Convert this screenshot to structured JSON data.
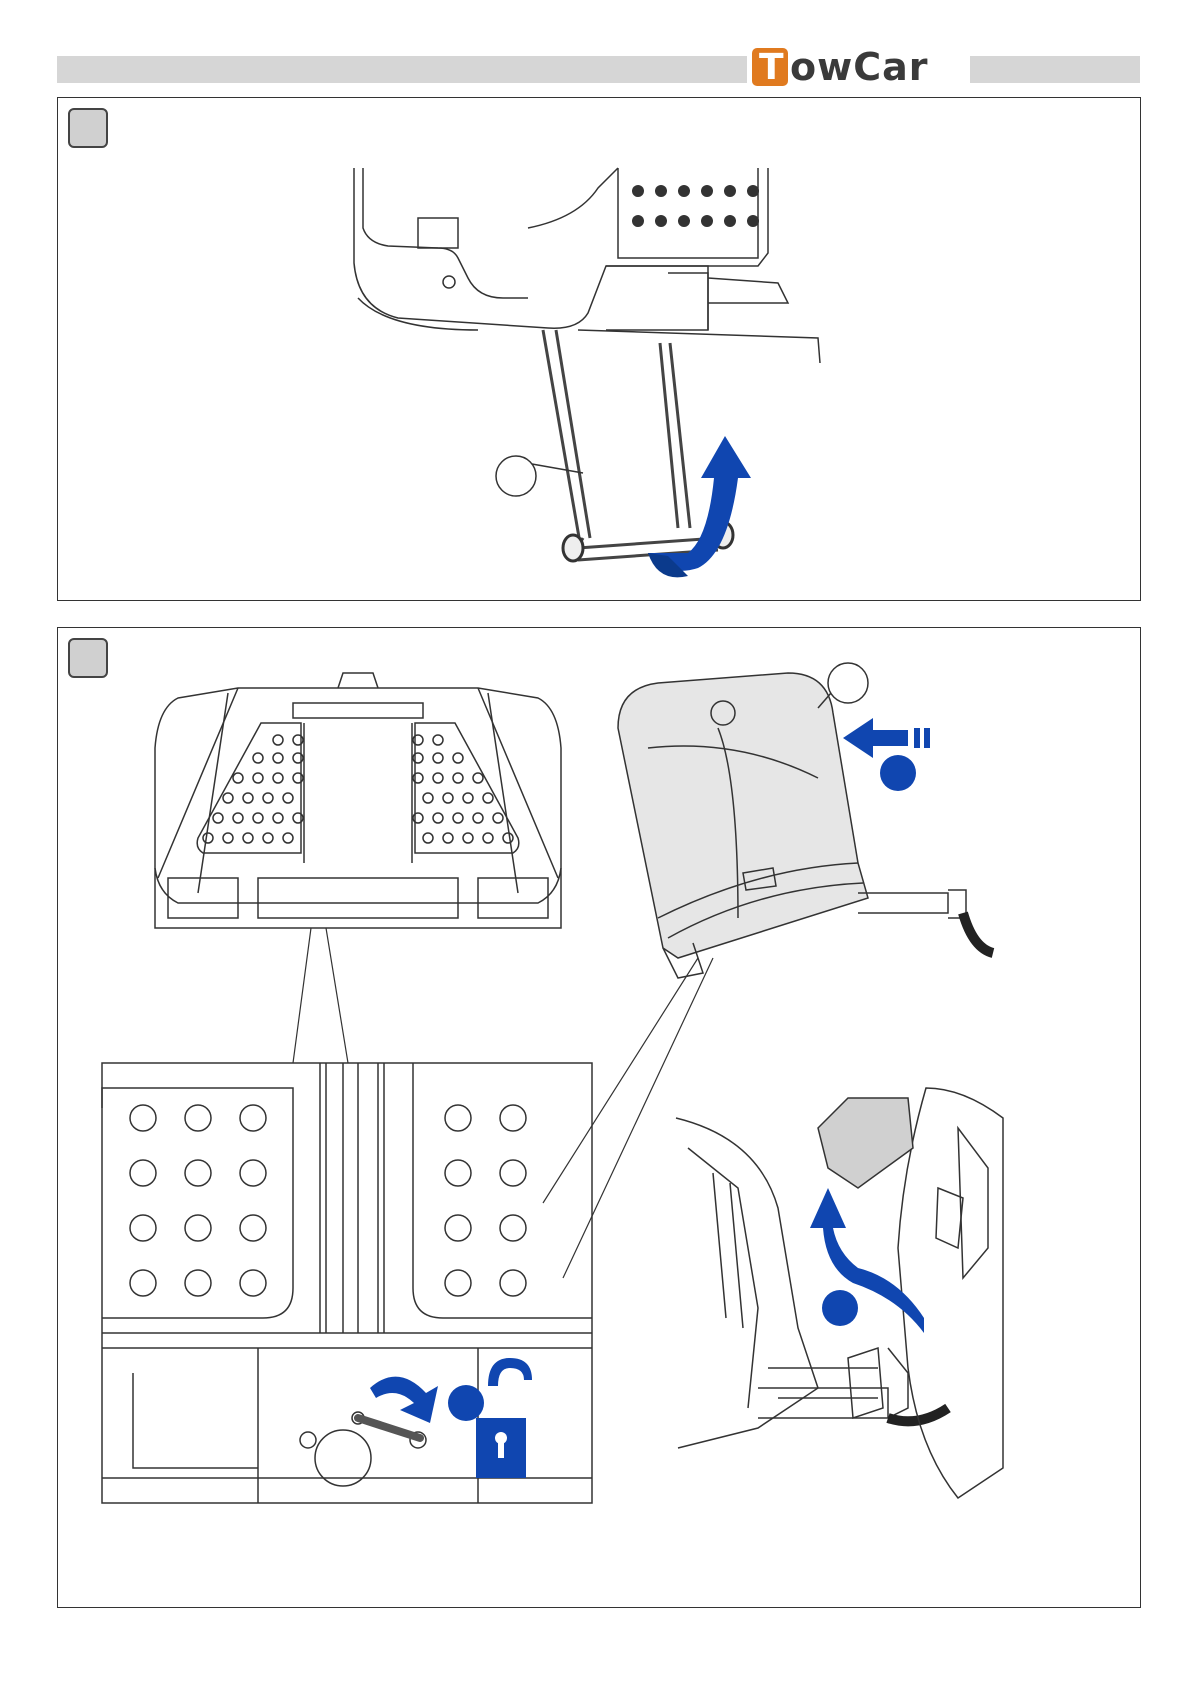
{
  "header": {
    "brand": "TowCar",
    "brand_first_letter": "T",
    "brand_rest": "owCar",
    "brand_color": "#e07a1f"
  },
  "colors": {
    "arrow_blue": "#1046b0",
    "arrow_dark": "#0b3a8c",
    "line": "#333333",
    "box_fill": "#e6e6e6"
  },
  "panels": [
    {
      "step": "",
      "icons": [
        "support-leg-fold-icon",
        "rotate-up-arrow-icon"
      ]
    },
    {
      "step": "",
      "icons": [
        "box-front-view-icon",
        "lock-release-icon",
        "padlock-open-icon",
        "push-arrow-icon",
        "lift-arrow-icon"
      ]
    }
  ]
}
